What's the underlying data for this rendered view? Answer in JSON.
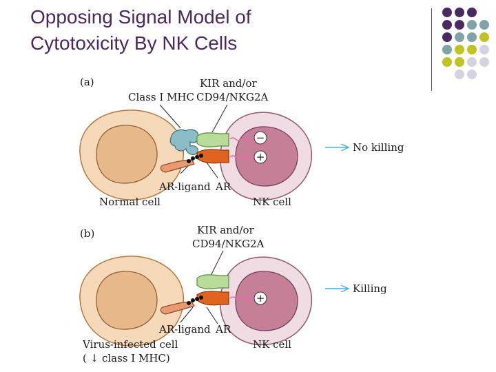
{
  "slide": {
    "title_line1": "Opposing Signal Model of",
    "title_line2": "Cytotoxicity By NK Cells"
  },
  "theme": {
    "title_color": "#4a2a5e",
    "dot_purple": "#4b2a5f",
    "dot_teal": "#7fa3a6",
    "dot_olive": "#c1c225",
    "dot_lavender": "#d6d3e0"
  },
  "panel_a": {
    "panel_label": "(a)",
    "receptor_label_line1": "KIR and/or",
    "receptor_label_line2": "CD94/NKG2A",
    "mhc_label": "Class I MHC",
    "inhibitory_sign": "−",
    "activating_sign": "+",
    "outcome": "No killing",
    "ligand_label": "AR-ligand",
    "ar_label": "AR",
    "target_cell_label": "Normal cell",
    "nk_cell_label": "NK cell"
  },
  "panel_b": {
    "panel_label": "(b)",
    "receptor_label_line1": "KIR and/or",
    "receptor_label_line2": "CD94/NKG2A",
    "activating_sign": "+",
    "outcome": "Killing",
    "ligand_label": "AR-ligand",
    "ar_label": "AR",
    "target_cell_label_line1": "Virus-infected cell",
    "target_cell_label_line2": "( ↓ class I MHC)",
    "nk_cell_label": "NK cell"
  },
  "colors": {
    "target_cell_outer": "#f6d9b8",
    "target_cell_nucleus": "#e6b88a",
    "nk_cell_outer": "#efdde3",
    "nk_cell_nucleus": "#c58098",
    "mhc": "#8bbdc7",
    "kir": "#b9dc9a",
    "ar": "#e0641f",
    "ar_ligand": "#e99a70",
    "arrow": "#49aee0",
    "signal_wave": "#e86aa6"
  }
}
